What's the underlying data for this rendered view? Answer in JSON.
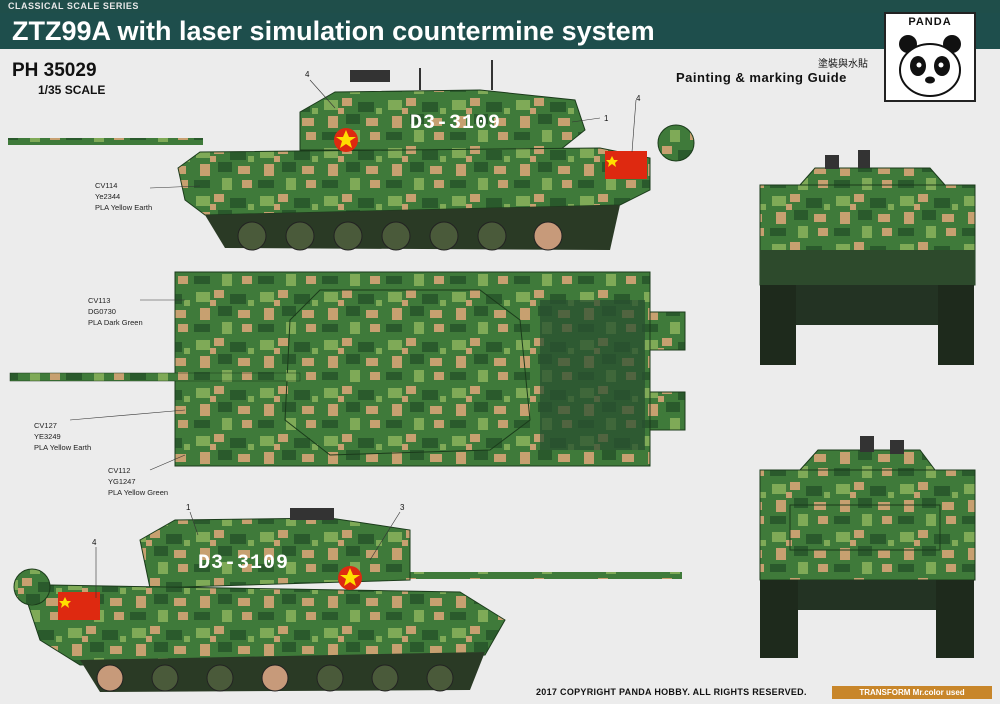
{
  "header": {
    "series": "CLASSICAL SCALE SERIES",
    "title": "ZTZ99A with laser simulation countermine system",
    "code": "PH 35029",
    "scale": "1/35 SCALE",
    "brand": "PANDA",
    "cn_label": "塗裝與水貼",
    "guide": "Painting & marking Guide"
  },
  "callouts": {
    "cv114": [
      "CV114",
      "Ye2344",
      "PLA Yellow Earth"
    ],
    "cv113": [
      "CV113",
      "DG0730",
      "PLA Dark Green"
    ],
    "cv127": [
      "CV127",
      "YE3249",
      "PLA Yellow Earth"
    ],
    "cv112": [
      "CV112",
      "YG1247",
      "PLA Yellow Green"
    ],
    "numbers": [
      "1",
      "3",
      "4"
    ]
  },
  "markings": {
    "hull_number": "D3-3109"
  },
  "footer": {
    "copyright": "2017 COPYRIGHT PANDA HOBBY.  ALL RIGHTS RESERVED.",
    "transform": "TRANSFORM Mr.color used"
  },
  "colors": {
    "header_bg": "#1e4e4c",
    "camo_green": "#3f7a3a",
    "camo_dark": "#2a5a2c",
    "camo_light": "#7faa57",
    "camo_sand": "#c7a070",
    "flag_red": "#de2910",
    "flag_star": "#ffde00",
    "transform_bg": "#c8862a"
  }
}
